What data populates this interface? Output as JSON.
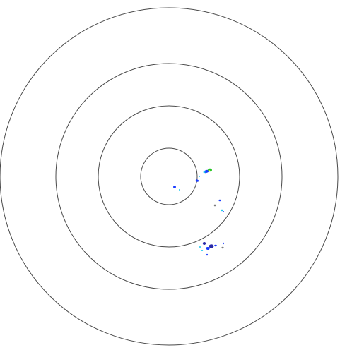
{
  "radar": {
    "ring_count": 4,
    "ring_color": "#4a4a4a",
    "background": "#ffffff",
    "echo_colors": {
      "weak": "#1ec8f0",
      "moderate": "#1a3cff",
      "strong": "#2a2aa8",
      "green": "#22c522",
      "yellow": "#e8e820",
      "gray": "#7a7a7a"
    },
    "echoes": [
      {
        "name": "echo-north-cell-1",
        "intensity": "moderate"
      },
      {
        "name": "echo-north-cell-2",
        "intensity": "green"
      },
      {
        "name": "echo-north-cell-3",
        "intensity": "yellow"
      },
      {
        "name": "echo-north-cell-4",
        "intensity": "weak"
      },
      {
        "name": "echo-north-tail-1",
        "intensity": "moderate"
      },
      {
        "name": "echo-north-tail-2",
        "intensity": "weak"
      },
      {
        "name": "echo-west-cell-1",
        "intensity": "moderate"
      },
      {
        "name": "echo-west-cell-2",
        "intensity": "weak"
      },
      {
        "name": "echo-east-cell-1",
        "intensity": "moderate"
      },
      {
        "name": "echo-east-cell-2",
        "intensity": "weak"
      },
      {
        "name": "echo-east-cell-3",
        "intensity": "gray"
      },
      {
        "name": "echo-east-cell-4",
        "intensity": "moderate"
      },
      {
        "name": "echo-south-cell-1",
        "intensity": "strong"
      },
      {
        "name": "echo-south-cell-2",
        "intensity": "moderate"
      },
      {
        "name": "echo-south-cell-3",
        "intensity": "strong"
      },
      {
        "name": "echo-south-cell-4",
        "intensity": "moderate"
      },
      {
        "name": "echo-south-cell-5",
        "intensity": "weak"
      },
      {
        "name": "echo-south-cell-6",
        "intensity": "gray"
      },
      {
        "name": "echo-south-cell-7",
        "intensity": "moderate"
      },
      {
        "name": "echo-south-cell-8",
        "intensity": "weak"
      },
      {
        "name": "echo-south-cell-9",
        "intensity": "moderate"
      }
    ]
  }
}
